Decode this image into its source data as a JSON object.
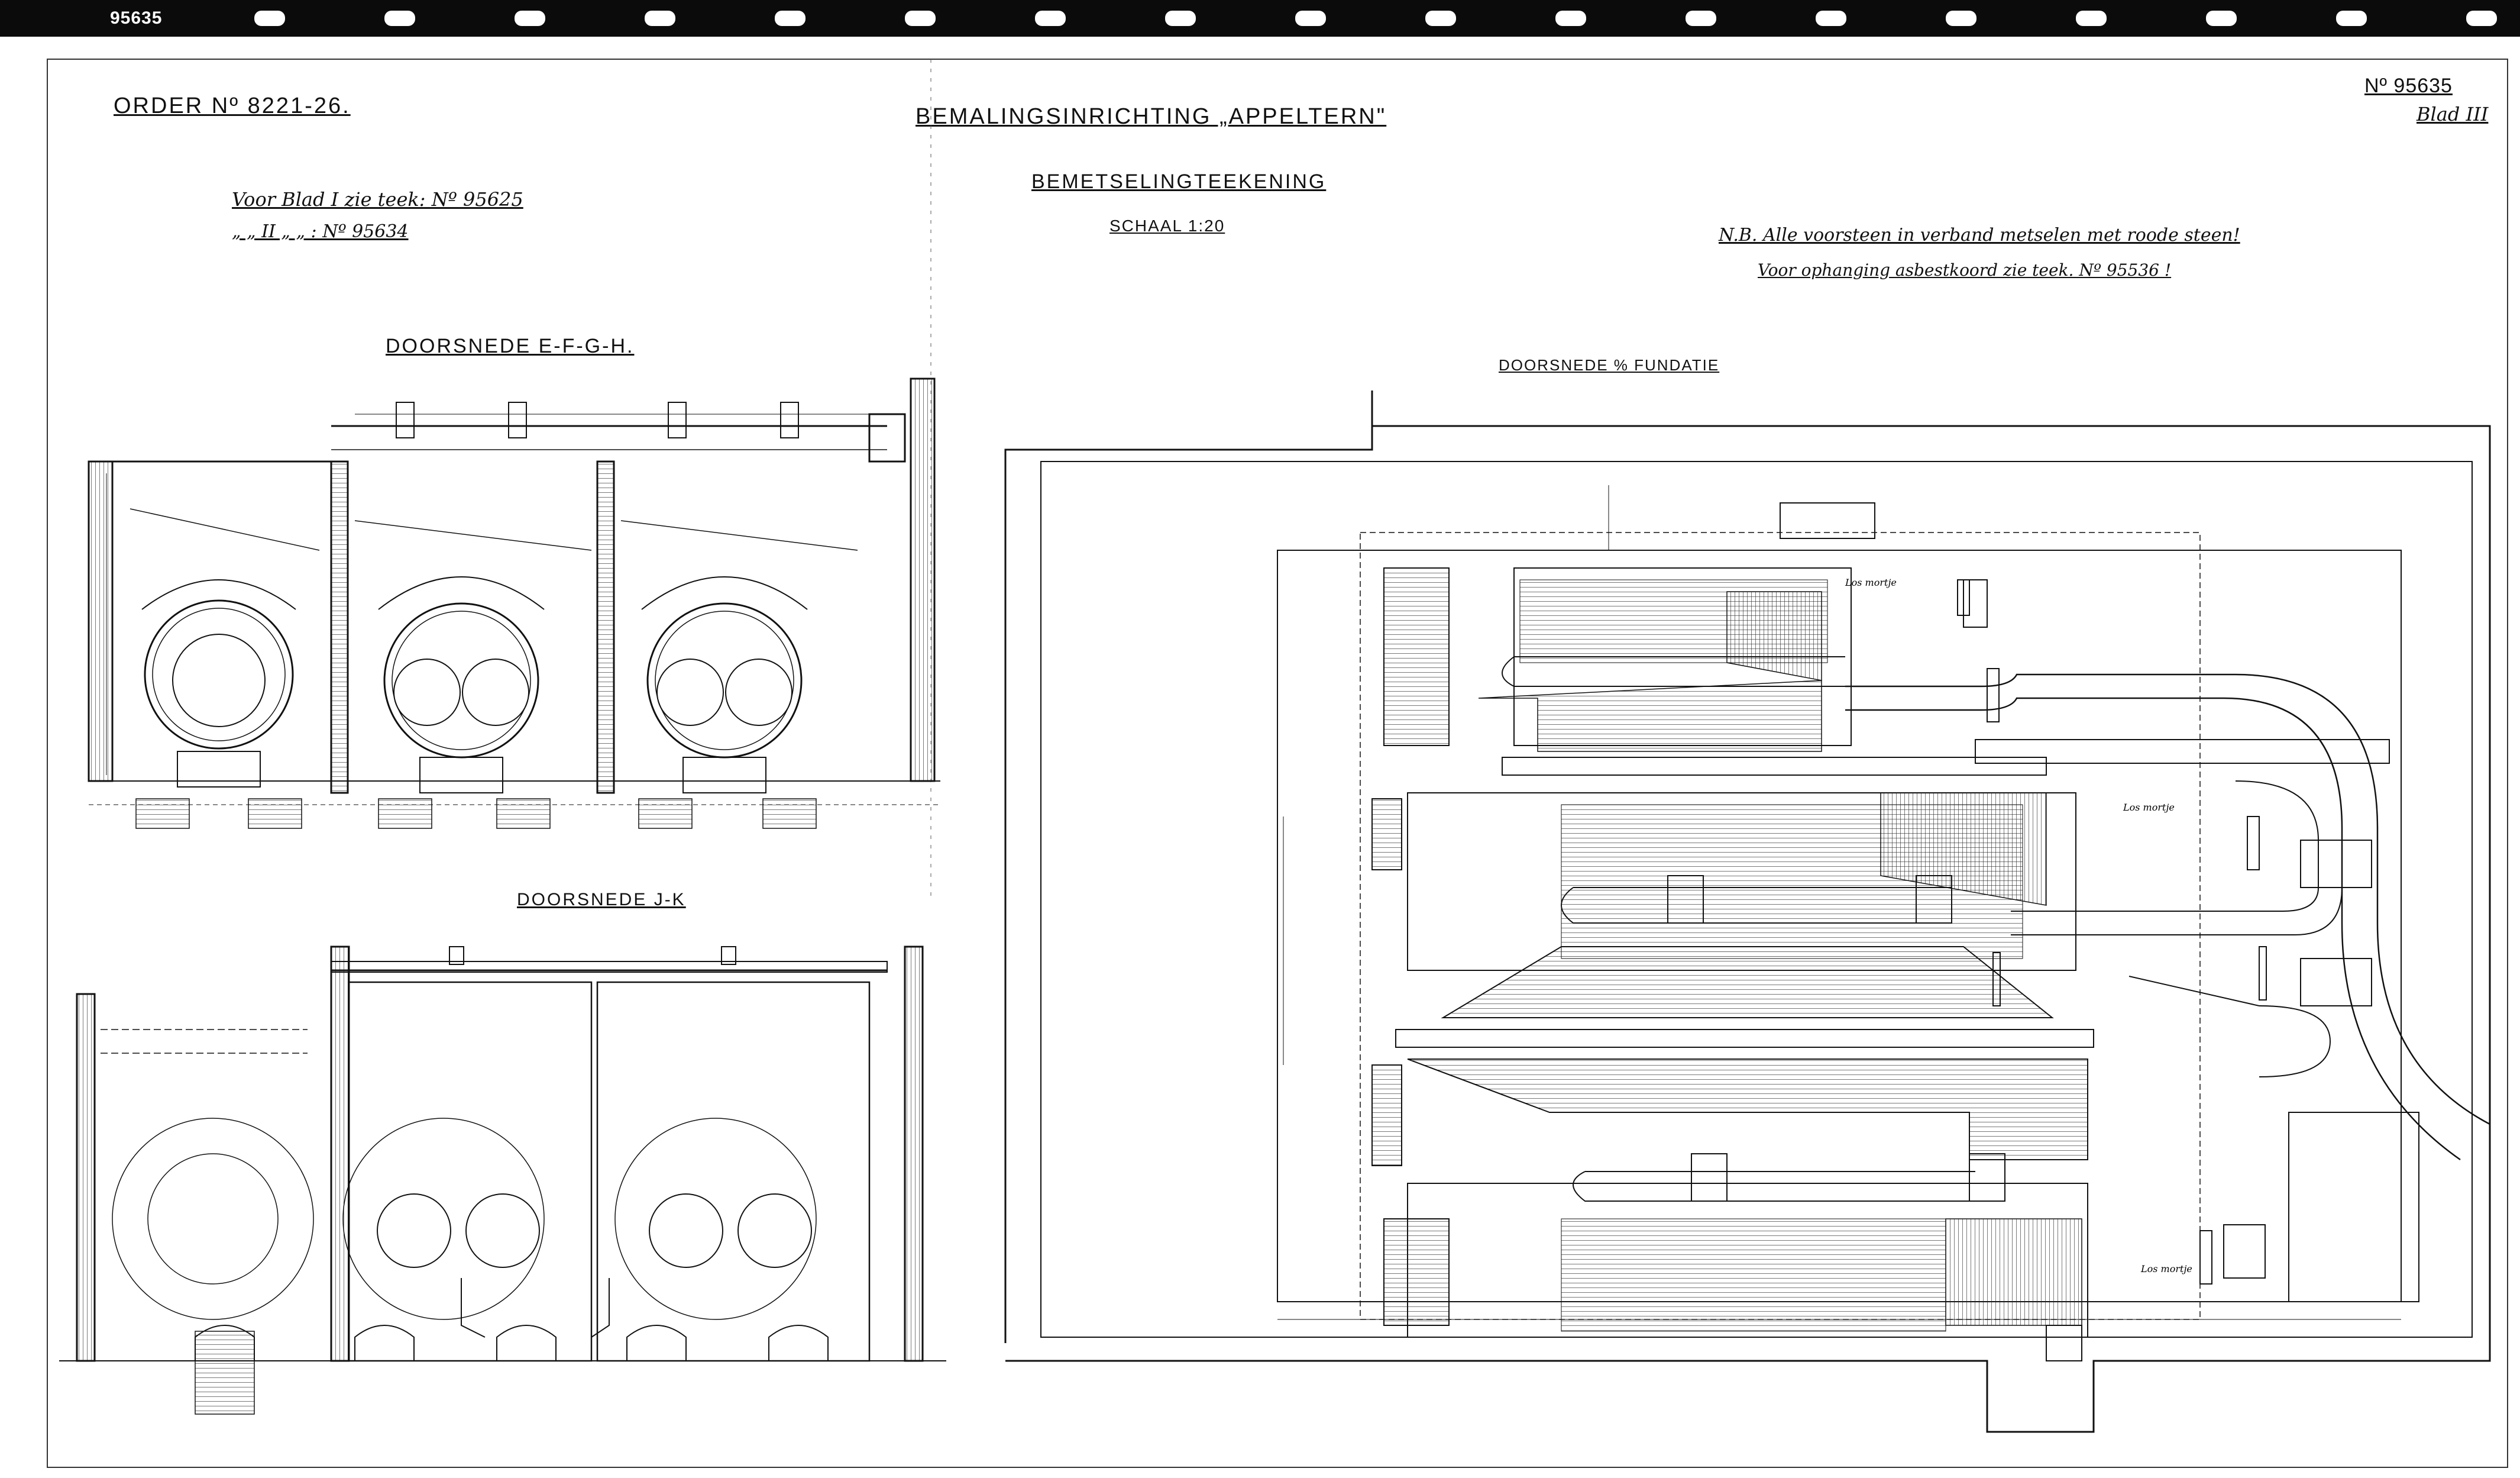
{
  "film_strip": {
    "id": "95635"
  },
  "header": {
    "order": "ORDER Nº 8221-26.",
    "title": "BEMALINGSINRICHTING „APPELTERN\"",
    "subtitle": "BEMETSELINGTEEKENING",
    "scale": "SCHAAL 1:20",
    "doc_number": "Nº 95635",
    "sheet": "Blad III"
  },
  "references": {
    "line1": "Voor Blad I zie teek: Nº 95625",
    "line2": "„ „ II „ „ : Nº 95634"
  },
  "notes": {
    "nb1": "N.B. Alle voorsteen in verband metselen met roode steen!",
    "nb2": "Voor ophanging asbestkoord zie teek. Nº 95536 !"
  },
  "sections": {
    "efgh": "DOORSNEDE E-F-G-H.",
    "jk": "DOORSNEDE J-K",
    "fundatie": "DOORSNEDE % FUNDATIE"
  },
  "drawing_labels": {
    "los_mortje": "Los mortje"
  }
}
